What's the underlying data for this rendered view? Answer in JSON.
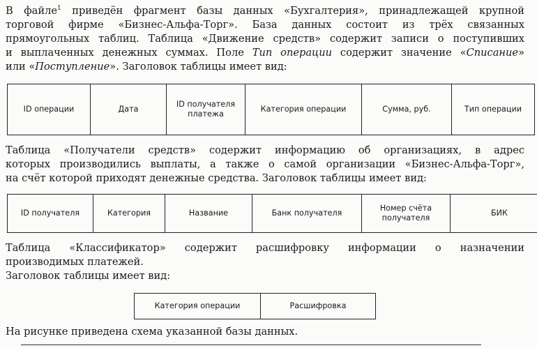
{
  "intro": {
    "line1": "В файле",
    "footnote": "1",
    "line1_rest": " приведён фрагмент базы данных «Бухгалтерия», принадлежащей крупной",
    "line2": "торговой фирме «Бизнес-Альфа-Торг». База данных состоит из трёх связанных",
    "line3": "прямоугольных таблиц. Таблица «Движение средств» содержит записи о поступивших",
    "line4_a": "и выплаченных денежных суммах. Поле ",
    "line4_field": "Тип операции",
    "line4_b": " содержит значение «",
    "line4_val1": "Списание",
    "line4_c": "»",
    "line5_a": "или «",
    "line5_val2": "Поступление",
    "line5_b": "». Заголовок таблицы имеет вид:"
  },
  "table1": {
    "headers": [
      "ID операции",
      "Дата",
      "ID получателя платежа",
      "Категория операции",
      "Сумма, руб.",
      "Тип операции"
    ]
  },
  "para2": {
    "line1": "Таблица «Получатели средств» содержит информацию об организациях, в адрес",
    "line2": "которых производились выплаты, а также о самой организации «Бизнес-Альфа-Торг»,",
    "line3": "на счёт которой приходят денежные средства. Заголовок таблицы имеет вид:"
  },
  "table2": {
    "headers": [
      "ID получателя",
      "Категория",
      "Название",
      "Банк получателя",
      "Номер счёта получателя",
      "БИК"
    ]
  },
  "para3": {
    "line1": "Таблица «Классификатор» содержит расшифровку информации о назначении",
    "line2": "производимых платежей.",
    "line3": "Заголовок таблицы имеет вид:"
  },
  "table3": {
    "headers": [
      "Категория операции",
      "Расшифровка"
    ]
  },
  "para4": {
    "line1": "На рисунке приведена схема указанной базы данных."
  }
}
